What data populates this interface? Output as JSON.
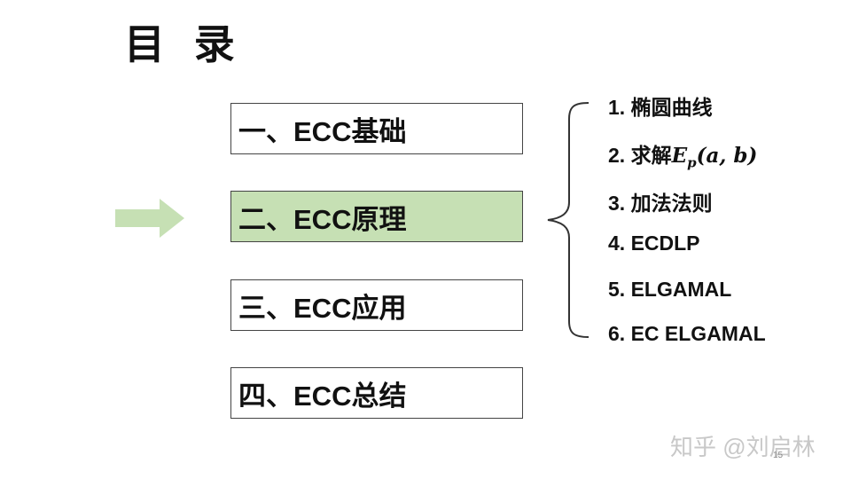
{
  "title": "目 录",
  "menu": [
    {
      "label": "一、ECC基础",
      "active": false
    },
    {
      "label": "二、ECC原理",
      "active": true
    },
    {
      "label": "三、ECC应用",
      "active": false
    },
    {
      "label": "四、ECC总结",
      "active": false
    }
  ],
  "subitems": {
    "item1": "1. 椭圆曲线",
    "item2_prefix": "2. 求解",
    "item2_math_E": "E",
    "item2_math_sub": "p",
    "item2_math_args": "(a, b)",
    "item3": "3. 加法法则",
    "item4": "4. ECDLP",
    "item5": "5. ELGAMAL",
    "item6": "6. EC ELGAMAL"
  },
  "watermark": "知乎 @刘启林",
  "page_number": "15",
  "colors": {
    "highlight": "#c6e0b4",
    "arrow": "#c6e0b4",
    "border": "#444444",
    "text": "#111111"
  },
  "icons": {
    "current_arrow": "right-arrow-icon",
    "brace": "left-brace-icon"
  }
}
